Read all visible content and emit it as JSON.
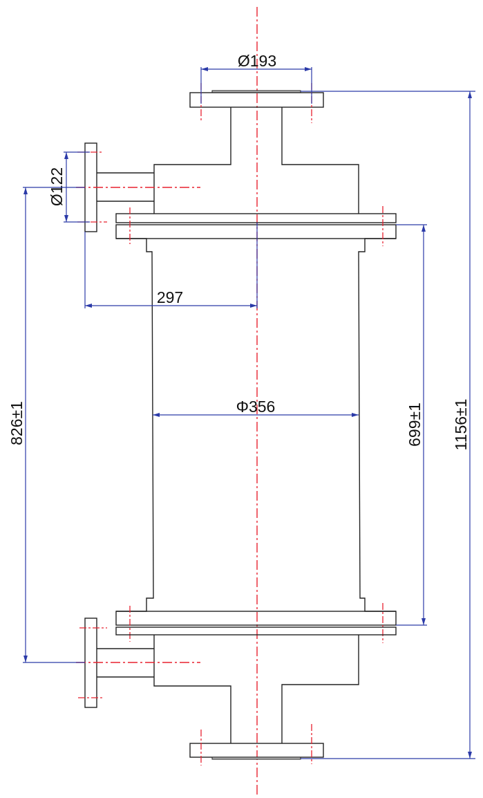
{
  "drawing": {
    "dimensions": {
      "top_flange_diameter": "Ø193",
      "side_nozzle_diameter": "Ø122",
      "nozzle_offset": "297",
      "body_diameter": "Φ356",
      "nozzle_spacing": "826±1",
      "body_length": "699±1",
      "overall_length": "1156±1"
    },
    "colors": {
      "outline": "#222222",
      "centerline": "#e8212f",
      "dimension": "#2b3aa8"
    }
  }
}
